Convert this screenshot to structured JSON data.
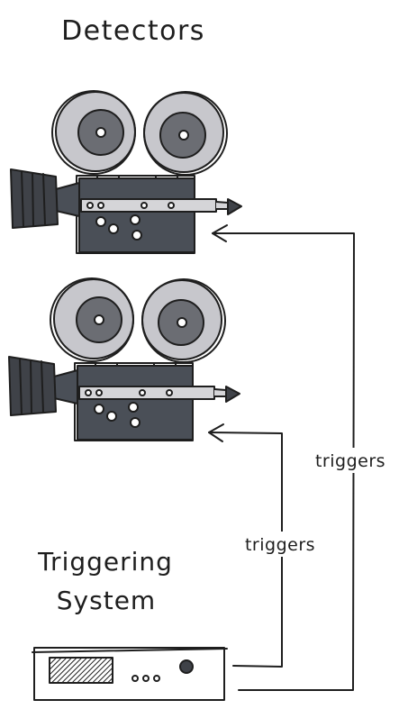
{
  "title": "Detectors",
  "trigger_system": {
    "label_line1": "Triggering",
    "label_line2": "System"
  },
  "edges": [
    {
      "label": "triggers"
    },
    {
      "label": "triggers"
    }
  ],
  "colors": {
    "stroke": "#1e1e1e",
    "reel_light": "#c7c7cc",
    "reel_dark": "#6b6d73",
    "body_dark": "#4a4f57",
    "lens_dark": "#3f4248",
    "background": "#ffffff"
  },
  "icons": {
    "detector_top": "film-camera-icon",
    "detector_bottom": "film-camera-icon",
    "trigger_box": "trigger-unit-icon"
  }
}
